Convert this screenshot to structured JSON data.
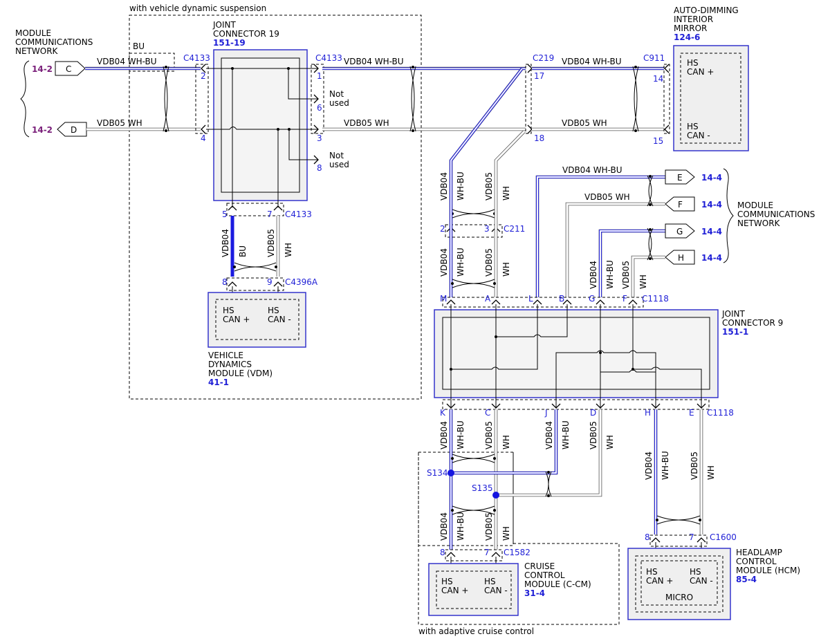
{
  "labels": {
    "with_vds": "with vehicle dynamic suspension",
    "with_acc": "with adaptive cruise control",
    "mcn_left": [
      "MODULE",
      "COMMUNICATIONS",
      "NETWORK"
    ],
    "mcn_right": [
      "MODULE",
      "COMMUNICATIONS",
      "NETWORK"
    ],
    "bu": "BU",
    "not_used": [
      "Not",
      "used"
    ]
  },
  "page_refs": {
    "left_c": "14-2",
    "left_d": "14-2",
    "e": "14-4",
    "f": "14-4",
    "g": "14-4",
    "h": "14-4"
  },
  "connectors": {
    "c": "C",
    "d": "D",
    "e": "E",
    "f": "F",
    "g": "G",
    "h": "H"
  },
  "wires": {
    "vdb04": "VDB04",
    "vdb05": "VDB05",
    "whbu": "WH-BU",
    "wh": "WH",
    "bu": "BU",
    "vdb04_whbu": "VDB04  WH-BU",
    "vdb05_wh": "VDB05  WH"
  },
  "connector_ids": {
    "c4133": "C4133",
    "c219": "C219",
    "c911": "C911",
    "c4396a": "C4396A",
    "c211": "C211",
    "c1118": "C1118",
    "c1582": "C1582",
    "c1600": "C1600",
    "s134": "S134",
    "s135": "S135"
  },
  "pins": {
    "p1": "1",
    "p2": "2",
    "p3": "3",
    "p4": "4",
    "p5": "5",
    "p6": "6",
    "p7": "7",
    "p8": "8",
    "p9": "9",
    "p14": "14",
    "p15": "15",
    "p17": "17",
    "p18": "18",
    "M": "M",
    "A": "A",
    "L": "L",
    "B": "B",
    "G": "G",
    "F": "F",
    "K": "K",
    "C": "C",
    "J": "J",
    "D": "D",
    "H": "H",
    "E": "E"
  },
  "modules": {
    "jc19": {
      "name": [
        "JOINT",
        "CONNECTOR 19"
      ],
      "ref": "151-19"
    },
    "mirror": {
      "name": [
        "AUTO-DIMMING",
        "INTERIOR",
        "MIRROR"
      ],
      "ref": "124-6"
    },
    "vdm": {
      "name": [
        "VEHICLE",
        "DYNAMICS",
        "MODULE (VDM)"
      ],
      "ref": "41-1"
    },
    "jc9": {
      "name": [
        "JOINT",
        "CONNECTOR 9"
      ],
      "ref": "151-1"
    },
    "ccm": {
      "name": [
        "CRUISE",
        "CONTROL",
        "MODULE (C-CM)"
      ],
      "ref": "31-4"
    },
    "hcm": {
      "name": [
        "HEADLAMP",
        "CONTROL",
        "MODULE (HCM)"
      ],
      "ref": "85-4"
    }
  },
  "terminals": {
    "hs": "HS",
    "can_plus": "CAN +",
    "can_minus": "CAN -",
    "micro": "MICRO"
  }
}
